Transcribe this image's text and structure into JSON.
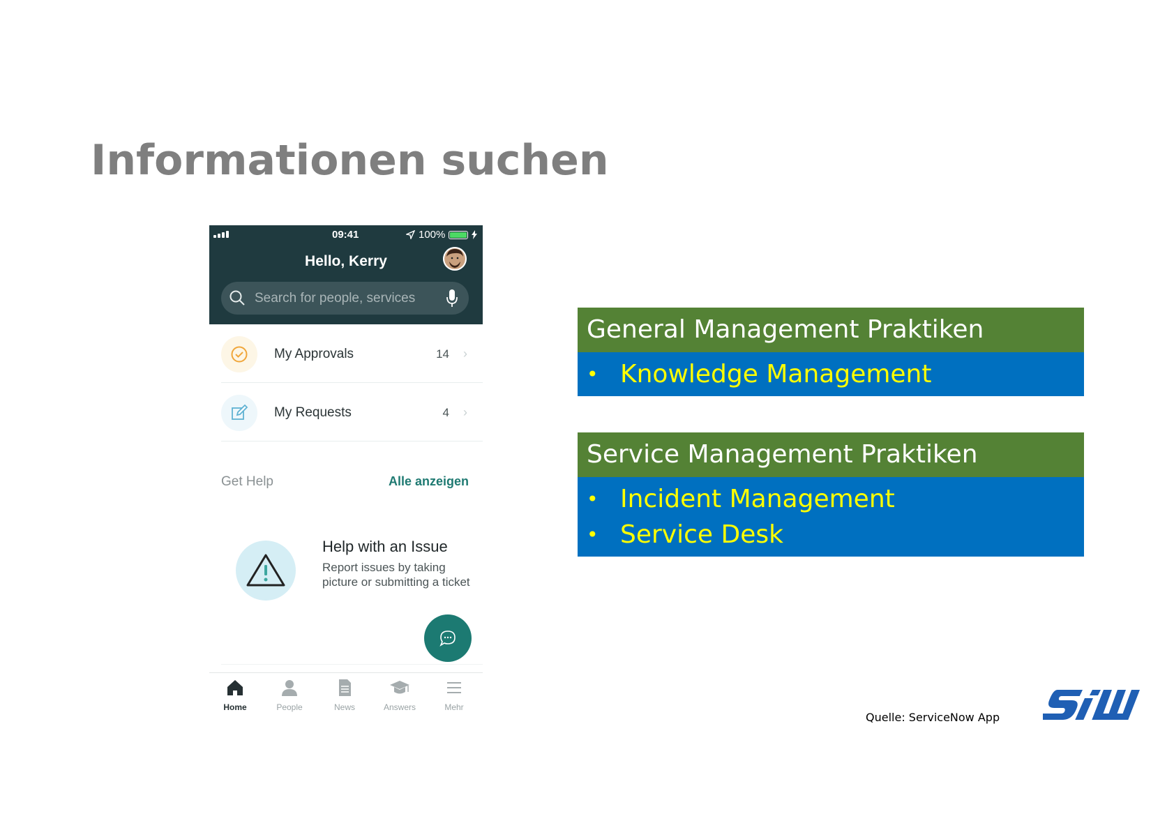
{
  "slide": {
    "title": "Informationen suchen",
    "source": "Quelle: ServiceNow App",
    "logo_text": "SiW"
  },
  "phone": {
    "status": {
      "time": "09:41",
      "battery": "100%"
    },
    "greeting": "Hello, Kerry",
    "search": {
      "placeholder": "Search for people, services"
    },
    "rows": [
      {
        "label": "My Approvals",
        "count": "14",
        "icon": "check-circle-icon"
      },
      {
        "label": "My Requests",
        "count": "4",
        "icon": "edit-icon"
      }
    ],
    "section": {
      "title": "Get Help",
      "link": "Alle anzeigen"
    },
    "help_card": {
      "title": "Help with an Issue",
      "description": "Report issues by taking picture or submitting a ticket",
      "icon": "warning-icon"
    },
    "tabs": [
      {
        "label": "Home",
        "icon": "home-icon",
        "active": true
      },
      {
        "label": "People",
        "icon": "person-icon",
        "active": false
      },
      {
        "label": "News",
        "icon": "document-icon",
        "active": false
      },
      {
        "label": "Answers",
        "icon": "graduation-cap-icon",
        "active": false
      },
      {
        "label": "Mehr",
        "icon": "menu-icon",
        "active": false
      }
    ],
    "colors": {
      "header": "#1f3a3f",
      "accent": "#1c7a72"
    }
  },
  "practices": [
    {
      "header": "General Management Praktiken",
      "items": [
        "Knowledge Management"
      ]
    },
    {
      "header": "Service Management Praktiken",
      "items": [
        "Incident Management",
        "Service Desk"
      ]
    }
  ],
  "colors": {
    "box_header": "#548235",
    "box_body": "#0070c0",
    "box_text": "#ffff00",
    "title": "#7f7f7f",
    "logo": "#1f5fb4"
  }
}
